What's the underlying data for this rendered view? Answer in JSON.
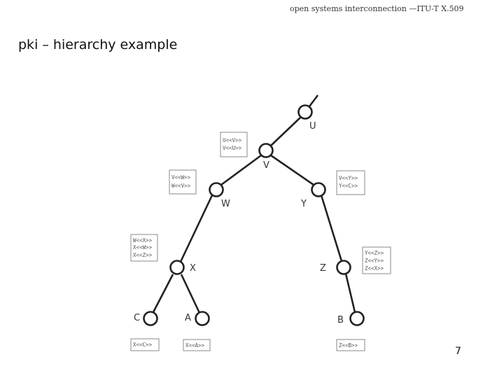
{
  "header": {
    "text": "open systems interconnection —ITU-T X.509"
  },
  "title": "pki – hierarchy example",
  "page_number": "7",
  "nodes": [
    {
      "id": "U",
      "label": "U"
    },
    {
      "id": "V",
      "label": "V"
    },
    {
      "id": "W",
      "label": "W"
    },
    {
      "id": "Y",
      "label": "Y"
    },
    {
      "id": "X",
      "label": "X"
    },
    {
      "id": "Z",
      "label": "Z"
    },
    {
      "id": "C",
      "label": "C"
    },
    {
      "id": "A",
      "label": "A"
    },
    {
      "id": "B",
      "label": "B"
    }
  ],
  "certificates": [
    {
      "id": "uv",
      "lines": [
        "U<<V>>",
        "V<<U>>"
      ]
    },
    {
      "id": "vw",
      "lines": [
        "V<<W>>",
        "W<<V>>"
      ]
    },
    {
      "id": "vy",
      "lines": [
        "V<<Y>>",
        "Y<<C>>"
      ]
    },
    {
      "id": "wx",
      "lines": [
        "W<<X>>",
        "X<<W>>",
        "X<<Z>>"
      ]
    },
    {
      "id": "yz",
      "lines": [
        "Y<<Z>>",
        "Z<<Y>>",
        "Z<<X>>"
      ]
    },
    {
      "id": "xc",
      "lines": [
        "X<<C>>"
      ]
    },
    {
      "id": "xa",
      "lines": [
        "X<<A>>"
      ]
    },
    {
      "id": "zb",
      "lines": [
        "Z<<B>>"
      ]
    }
  ]
}
